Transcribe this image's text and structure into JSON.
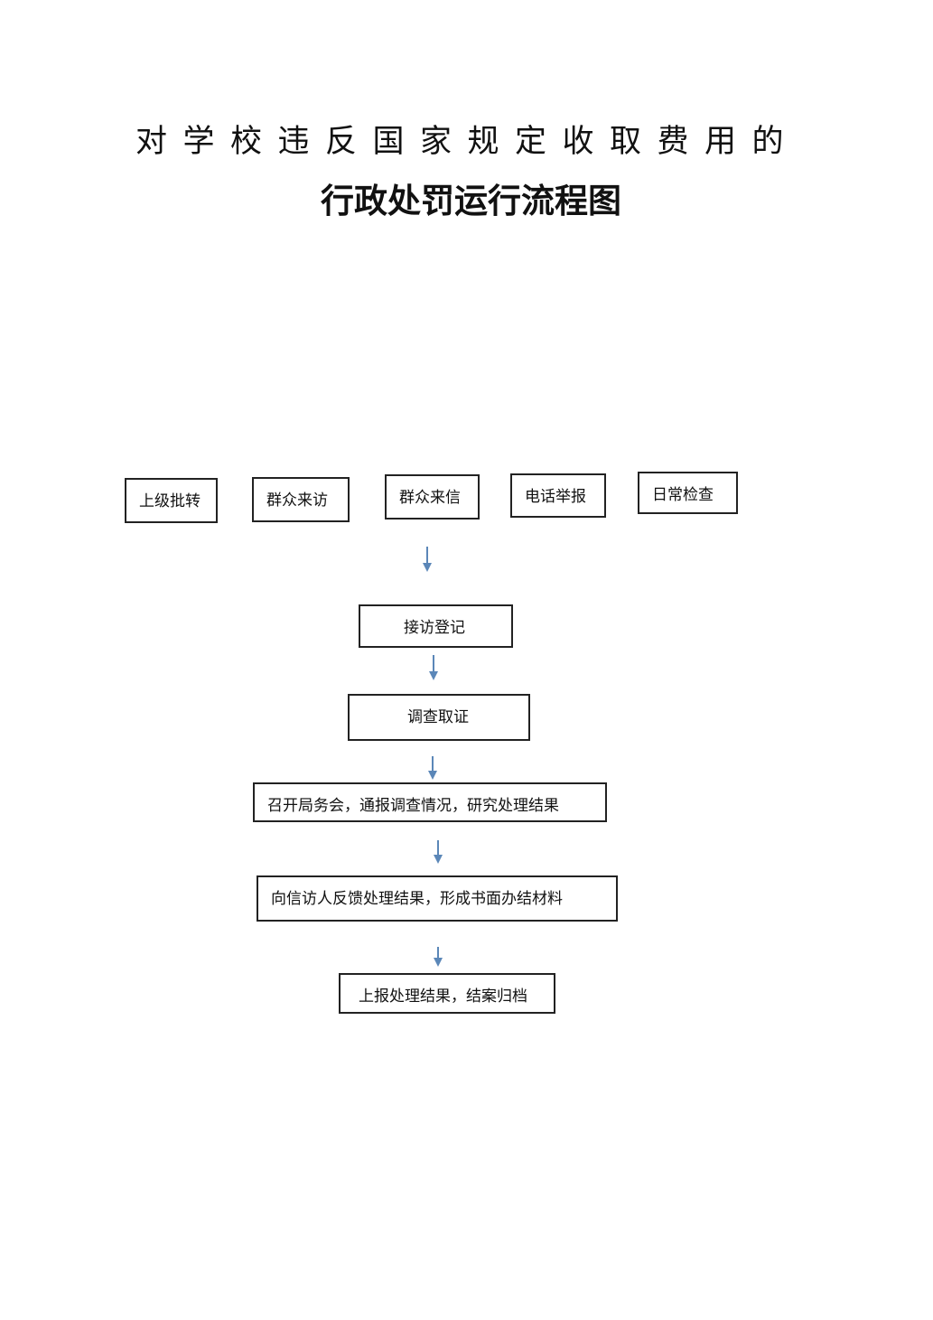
{
  "title": {
    "line1": "对学校违反国家规定收取费用的",
    "line2": "行政处罚运行流程图"
  },
  "sources": [
    "上级批转",
    "群众来访",
    "群众来信",
    "电话举报",
    "日常检查"
  ],
  "steps": [
    "接访登记",
    "调查取证",
    "召开局务会，通报调查情况，研究处理结果",
    "向信访人反馈处理结果，形成书面办结材料",
    "上报处理结果，结案归档"
  ],
  "colors": {
    "arrow": "#5b87b8",
    "border": "#222222"
  }
}
